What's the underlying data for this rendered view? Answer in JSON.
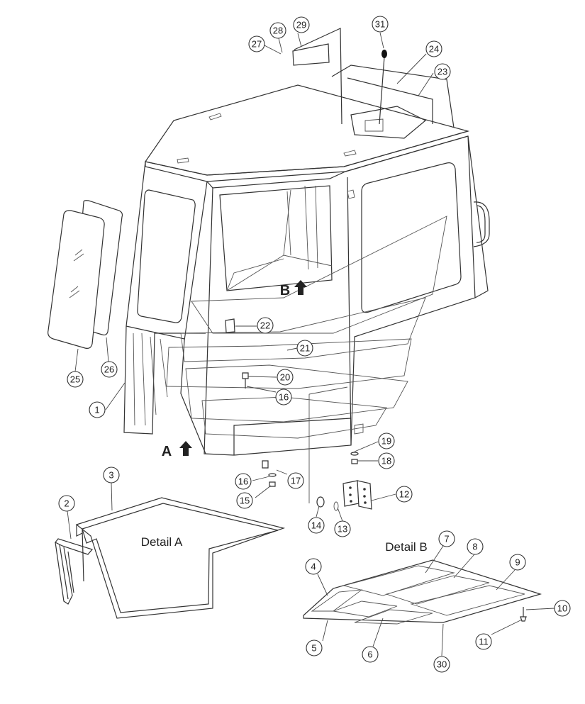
{
  "labels": {
    "detail_a": "Detail A",
    "detail_b": "Detail B",
    "view_a": "A",
    "view_b": "B"
  },
  "callouts": [
    "1",
    "2",
    "3",
    "4",
    "5",
    "6",
    "7",
    "8",
    "9",
    "10",
    "11",
    "12",
    "13",
    "14",
    "15",
    "16",
    "16",
    "17",
    "18",
    "19",
    "20",
    "21",
    "22",
    "23",
    "24",
    "25",
    "26",
    "27",
    "28",
    "29",
    "30",
    "31"
  ]
}
